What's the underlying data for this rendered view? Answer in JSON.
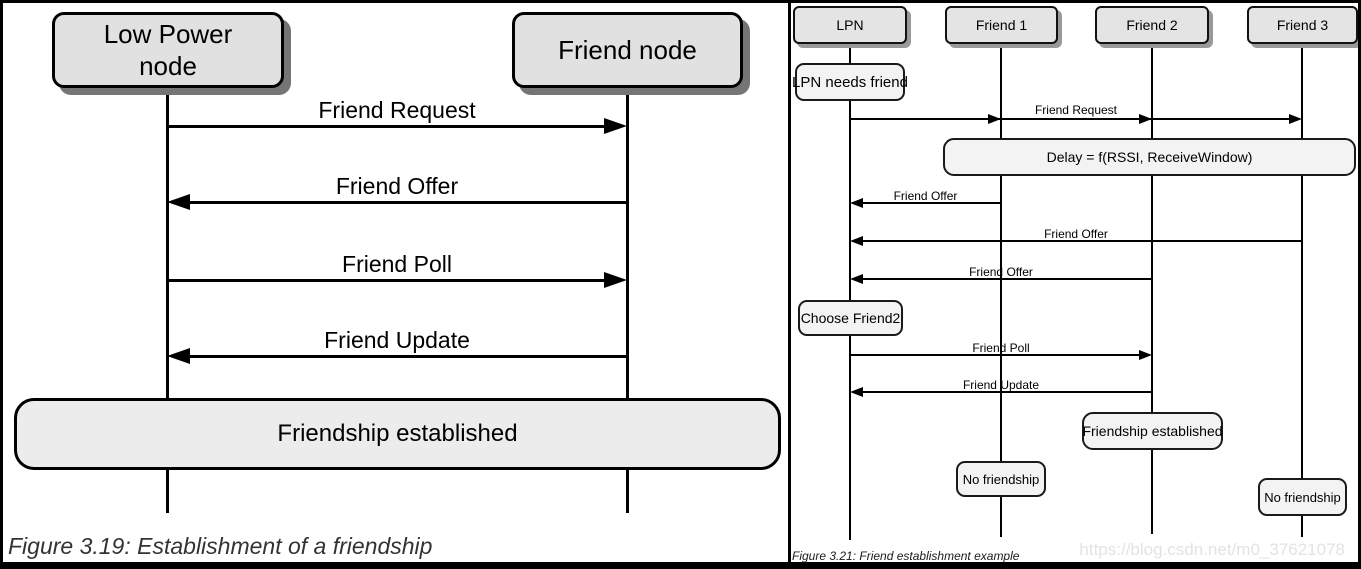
{
  "left": {
    "actors": {
      "lpn": "Low Power node",
      "friend": "Friend node"
    },
    "messages": {
      "friend_request": "Friend Request",
      "friend_offer": "Friend Offer",
      "friend_poll": "Friend Poll",
      "friend_update": "Friend Update"
    },
    "status": "Friendship established",
    "caption": "Figure 3.19: Establishment of a friendship"
  },
  "right": {
    "actors": [
      "LPN",
      "Friend 1",
      "Friend 2",
      "Friend 3"
    ],
    "notes": {
      "lpn_needs_friend": "LPN needs friend",
      "delay": "Delay = f(RSSI, ReceiveWindow)",
      "choose_friend": "Choose Friend2",
      "friendship_established": "Friendship established",
      "no_friendship_f1": "No friendship",
      "no_friendship_f3": "No friendship"
    },
    "messages": {
      "friend_request": "Friend Request",
      "friend_offer": "Friend Offer",
      "friend_poll": "Friend Poll",
      "friend_update": "Friend Update"
    },
    "caption": "Figure 3.21: Friend establishment example",
    "watermark": "https://blog.csdn.net/m0_37621078"
  },
  "colors": {
    "box_fill": "#e1e1e1",
    "note_fill": "#f3f3f3",
    "shadow": "#757575",
    "line": "#000000",
    "watermark": "#e3e3e3"
  }
}
